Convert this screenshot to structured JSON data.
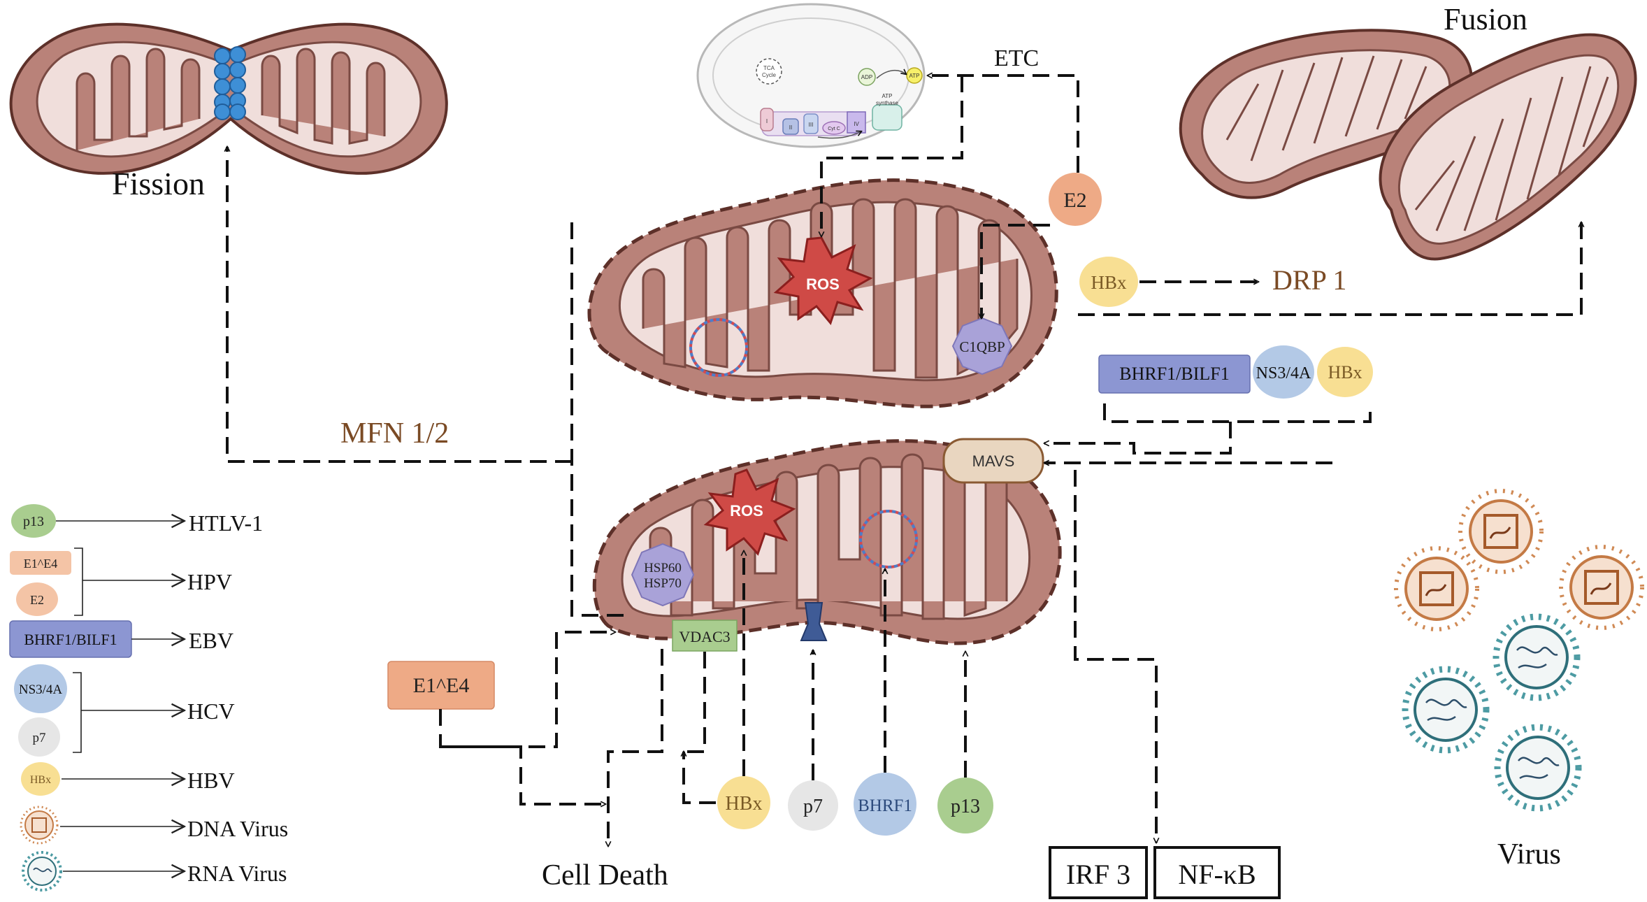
{
  "labels": {
    "fission": "Fission",
    "fusion": "Fusion",
    "etc": "ETC",
    "e2_top": "E2",
    "hbx_drp": "HBx",
    "drp1": "DRP 1",
    "bhrf1_bilf1": "BHRF1/BILF1",
    "ns3_4a": "NS3/4A",
    "hbx_right": "HBx",
    "mfn": "MFN 1/2",
    "ros_top": "ROS",
    "ros_bottom": "ROS",
    "c1qbp": "C1QBP",
    "mavs": "MAVS",
    "hsp60": "HSP60",
    "hsp70": "HSP70",
    "vdac3": "VDAC3",
    "e1e4": "E1^E4",
    "hbx_bottom": "HBx",
    "p7_bottom": "p7",
    "bhrf1_bottom": "BHRF1",
    "p13_bottom": "p13",
    "cell_death": "Cell Death",
    "irf3": "IRF 3",
    "nfkb": "NF-κB",
    "virus": "Virus"
  },
  "etc_inset": {
    "tca": [
      "TCA",
      "Cycle"
    ],
    "adp": "ADP",
    "atp": "ATP",
    "atp_synthase": [
      "ATP",
      "synthase"
    ],
    "complexes": [
      "I",
      "II",
      "III",
      "Cyt C",
      "IV"
    ]
  },
  "legend": [
    {
      "chips": [
        "p13"
      ],
      "virus": "HTLV-1"
    },
    {
      "chips": [
        "E1^E4",
        "E2"
      ],
      "virus": "HPV"
    },
    {
      "chips": [
        "BHRF1/BILF1"
      ],
      "virus": "EBV"
    },
    {
      "chips": [
        "NS3/4A",
        "p7"
      ],
      "virus": "HCV"
    },
    {
      "chips": [
        "HBx"
      ],
      "virus": "HBV"
    },
    {
      "chips": [
        "dna-virus-icon"
      ],
      "virus": "DNA Virus"
    },
    {
      "chips": [
        "rna-virus-icon"
      ],
      "virus": "RNA Virus"
    }
  ],
  "colors": {
    "mito_fill": "#b98279",
    "mito_stroke": "#5d3029",
    "mito_inner": "#f0dedb",
    "ros": "#cf4a46",
    "brown_text": "#7a4a24",
    "green_chip": "#a9cd8f",
    "peach_chip": "#eeaa86",
    "blue_box": "#8c96d2",
    "light_blue": "#b3c9e6",
    "yellow": "#f8df93",
    "grey": "#e6e6e6",
    "purple": "#a9a2d8",
    "fission_bead": "#3e8fd6"
  }
}
